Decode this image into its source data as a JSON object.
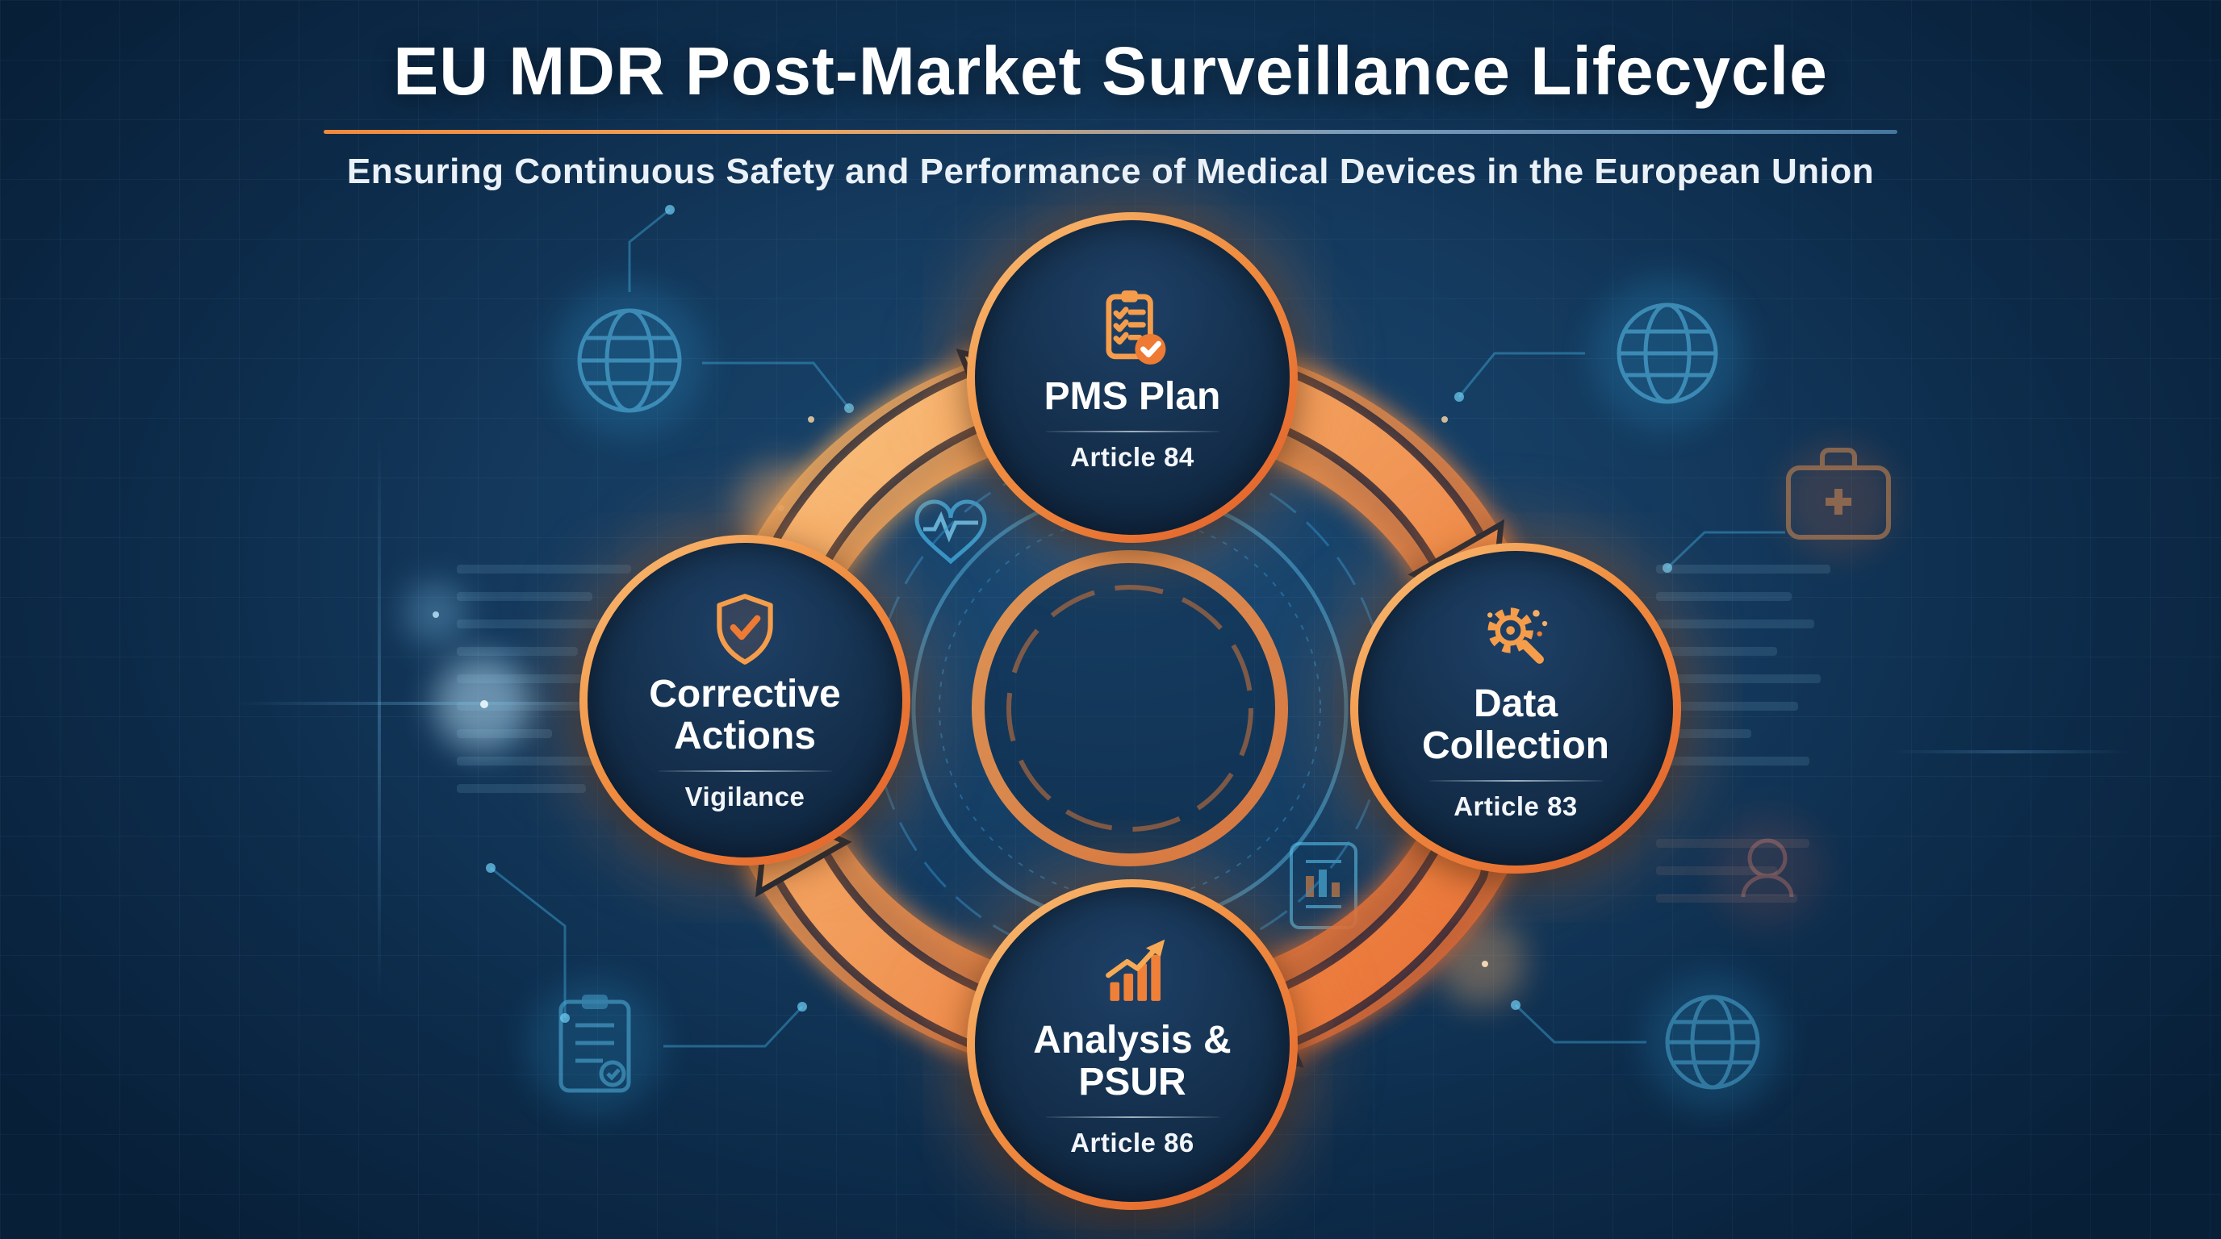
{
  "header": {
    "title": "EU MDR Post-Market Surveillance Lifecycle",
    "subtitle": "Ensuring Continuous Safety and Performance of Medical Devices in the European Union"
  },
  "cycle": {
    "type": "circular-lifecycle",
    "direction": "clockwise",
    "nodes": [
      {
        "position": "top",
        "title": "PMS Plan",
        "subtitle": "Article 84",
        "icon": "clipboard-check-icon"
      },
      {
        "position": "right",
        "title": "Data Collection",
        "subtitle": "Article 83",
        "icon": "gear-magnifier-icon"
      },
      {
        "position": "bottom",
        "title": "Analysis & PSUR",
        "subtitle": "Article 86",
        "icon": "trend-bar-chart-icon"
      },
      {
        "position": "left",
        "title": "Corrective Actions",
        "subtitle": "Vigilance",
        "icon": "shield-check-icon"
      }
    ]
  },
  "icons": {
    "node_icons": [
      "clipboard-check-icon",
      "gear-magnifier-icon",
      "trend-bar-chart-icon",
      "shield-check-icon"
    ],
    "decorative_icons": [
      "globe-icon",
      "heart-pulse-icon",
      "medical-case-icon",
      "clipboard-icon",
      "tablet-chart-icon",
      "person-icon"
    ]
  },
  "colors": {
    "background": "#0d2c4b",
    "accent_orange": "#ee7a33",
    "accent_orange_light": "#f9b766",
    "accent_blue": "#4db8e8",
    "node_fill": "#15314f",
    "text": "#ffffff"
  }
}
